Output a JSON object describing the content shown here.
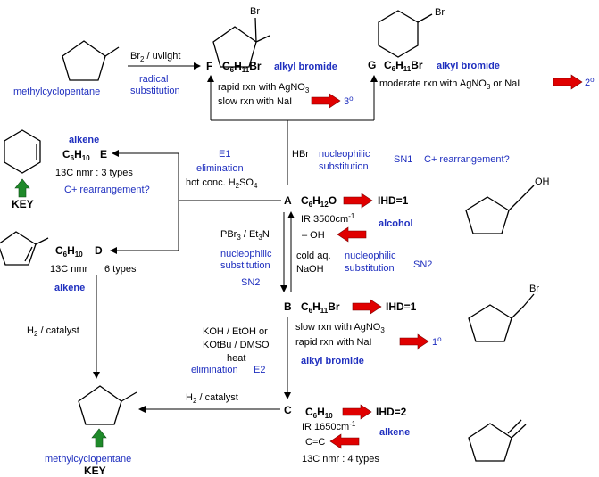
{
  "colors": {
    "text": "#000000",
    "note": "#1f2fbf",
    "red_arrow": "#e00000",
    "green_arrow": "#1f8a2a"
  },
  "start": {
    "name": "methylcyclopentane"
  },
  "step_to_F": {
    "reagent": "Br",
    "reagent_sub": "2",
    "reagent_rest": " / uvlight",
    "type_line1": "radical",
    "type_line2": "substitution"
  },
  "F": {
    "label": "F",
    "formula": [
      "C",
      "6",
      "H",
      "11",
      "Br"
    ],
    "class": "alkyl bromide",
    "obs1": "rapid rxn with AgNO",
    "obs1_sub": "3",
    "obs2": "slow rxn with NaI",
    "degree": "3",
    "degree_sup": "o"
  },
  "G": {
    "label": "G",
    "formula": [
      "C",
      "6",
      "H",
      "11",
      "Br"
    ],
    "class": "alkyl bromide",
    "obs1": "moderate rxn with AgNO",
    "obs1_sub": "3",
    "obs1_rest": " or NaI",
    "degree": "2",
    "degree_sup": "o"
  },
  "step_to_G": {
    "reagent": "HBr",
    "type_line1": "nucleophilic",
    "type_line2": "substitution",
    "mech": "SN1",
    "note": "C+ rearrangement?"
  },
  "E": {
    "label": "E",
    "class": "alkene",
    "formula": [
      "C",
      "6",
      "H",
      "10"
    ],
    "nmr": "13C nmr : 3 types",
    "note": "C+ rearrangement?",
    "key": "KEY"
  },
  "step_to_E": {
    "mech": "E1",
    "type": "elimination",
    "reagent": "hot conc. H",
    "reagent_sub": "2",
    "reagent_rest": "SO",
    "reagent_sub2": "4"
  },
  "A": {
    "label": "A",
    "formula": [
      "C",
      "6",
      "H",
      "12",
      "O"
    ],
    "ihd": "IHD=1",
    "ir": "IR 3500cm",
    "ir_sup": "-1",
    "group": "– OH",
    "class": "alcohol"
  },
  "D": {
    "label": "D",
    "formula": [
      "C",
      "6",
      "H",
      "10"
    ],
    "nmr_a": "13C nmr",
    "nmr_b": "6 types",
    "class": "alkene"
  },
  "step_A_to_B": {
    "reagent": "PBr",
    "reagent_sub": "3",
    "reagent_rest": " / Et",
    "reagent_sub2": "3",
    "reagent_end": "N",
    "type_line1": "nucleophilic",
    "type_line2": "substitution",
    "mech": "SN2"
  },
  "step_B_to_A": {
    "reagent_line1": "cold aq.",
    "reagent_line2": "NaOH",
    "type_line1": "nucleophilic",
    "type_line2": "substitution",
    "mech": "SN2"
  },
  "B": {
    "label": "B",
    "formula": [
      "C",
      "6",
      "H",
      "11",
      "Br"
    ],
    "ihd": "IHD=1",
    "obs1": "slow rxn with AgNO",
    "obs1_sub": "3",
    "obs2": "rapid rxn with NaI",
    "degree": "1",
    "degree_sup": "o",
    "class": "alkyl bromide"
  },
  "step_B_to_C": {
    "reagent_line1": "KOH / EtOH or",
    "reagent_line2": "KOtBu / DMSO",
    "reagent_line3": "heat",
    "type": "elimination",
    "mech": "E2"
  },
  "step_D_to_end": {
    "reagent": "H",
    "reagent_sub": "2",
    "reagent_rest": " / catalyst"
  },
  "step_C_to_end": {
    "reagent": "H",
    "reagent_sub": "2",
    "reagent_rest": " / catalyst"
  },
  "C": {
    "label": "C",
    "formula": [
      "C",
      "6",
      "H",
      "10"
    ],
    "ihd": "IHD=2",
    "ir": "IR 1650cm",
    "ir_sup": "-1",
    "group": "C=C",
    "class": "alkene",
    "nmr": "13C nmr : 4 types"
  },
  "end": {
    "name": "methylcyclopentane",
    "key": "KEY"
  },
  "struct_labels": {
    "br": "Br",
    "oh": "OH"
  }
}
